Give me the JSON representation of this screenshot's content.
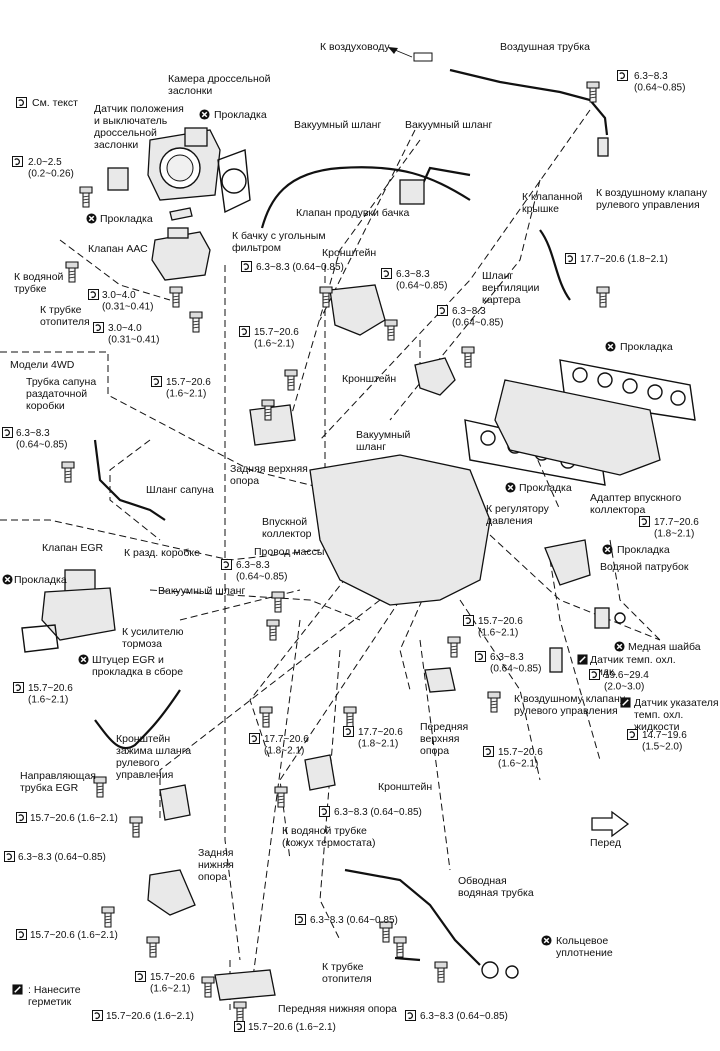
{
  "labels": {
    "k_vozdukhovodu": "К воздуховоду",
    "vozdushnaya_trubka": "Воздушная трубка",
    "kamera": "Камера дроссельной\nзаслонки",
    "datchik_polozheniya": "Датчик положения\nи выключатель\nдроссельной\nзаслонки",
    "sm_tekst": "См. текст",
    "prokladka_top": "Прокладка",
    "vakuumny_shlang_1": "Вакуумный шланг",
    "vakuumny_shlang_2": "Вакуумный шланг",
    "k_vozd_klapanu_top": "К воздушному клапану\nрулевого управления",
    "prokladka_left": "Прокладка",
    "klapan_produvki": "Клапан продувки бачка",
    "k_klapannoy_kryshke": "К клапанной\nкрышке",
    "klapan_aac": "Клапан ААС",
    "k_vodyanoy_trubke_1": "К водяной\nтрубке",
    "k_trubke_otopitelya_1": "К трубке\nотопителя",
    "k_bachku": "К бачку с угольным\nфильтром",
    "kronshteyn_1": "Кронштейн",
    "shlang_ventilyatsii": "Шланг\nвентиляции\nкартера",
    "modeli_4wd": "Модели 4WD",
    "trubka_sapuna": "Трубка сапуна\nраздаточной\nкоробки",
    "prokladka_right": "Прокладка",
    "kronshteyn_2": "Кронштейн",
    "vakuumny_shlang_3": "Вакуумный\nшланг",
    "zadnyaya_verkhnyaya": "Задняя верхняя\nопора",
    "shlang_sapuna": "Шланг сапуна",
    "k_razd_korobke": "К разд. коробке",
    "vpusknoy_kollektor": "Впускной\nколлектор",
    "prokladka_mid": "Прокладка",
    "k_regulyatoru": "К регулятору\nдавления",
    "adapter": "Адаптер впускного\nколлектора",
    "klapan_egr": "Клапан EGR",
    "provod_massy": "Провод массы",
    "prokladka_patrubok": "Прокладка",
    "vodyanoy_patrubok": "Водяной патрубок",
    "prokladka_egr": "Прокладка",
    "vakuumny_shlang_4": "Вакуумный шланг",
    "k_usilitelyu": "К усилителю\nтормоза",
    "shtutser_egr": "Штуцер EGR и\nпрокладка в сборе",
    "mednaya_shayba": "Медная шайба",
    "datchik_temp": "Датчик темп. охл.\nжидк.",
    "k_vozd_klapanu_mid": "К воздушному клапану\nрулевого управления",
    "datchik_ukazatelya": "Датчик указателя\nтемп. охл.\nжидкости",
    "napravlyayushchaya": "Направляющая\nтрубка EGR",
    "kronshteyn_zazhima": "Кронштейн\nзажима шланга\nрулевого\nуправления",
    "perednyaya_verkhnyaya": "Передняя\nверхняя\nопора",
    "kronshteyn_3": "Кронштейн",
    "k_vodyanoy_trubke_2": "К водяной трубке\n(кожух термостата)",
    "pered": "Перед",
    "zadnyaya_nizhnyaya": "Задняя\nнижняя\nопора",
    "obvodnaya": "Обводная\nводяная трубка",
    "koltsevoe": "Кольцевое\nуплотнение",
    "k_trubke_otopitelya_2": "К трубке\nотопителя",
    "nanesite": ": Нанесите\nгерметик",
    "perednyaya_nizhnyaya": "Передняя нижняя опора"
  },
  "torques": {
    "t_top_right": "6.3~8.3\n(0.64~0.85)",
    "t_throttle": "2.0~2.5\n(0.2~0.26)",
    "t_canister": "6.3~8.3 (0.64~0.85)",
    "t_bracket": "6.3~8.3\n(0.64~0.85)",
    "t_pcv": "17.7~20.6  (1.8~2.1)",
    "t_aac1": "3.0~4.0\n(0.31~0.41)",
    "t_aac2": "3.0~4.0\n(0.31~0.41)",
    "t_manifold_bolt": "6.3~8.3\n(0.64~0.85)",
    "t_rear_upper1": "15.7~20.6\n(1.6~2.1)",
    "t_rear_upper2": "15.7~20.6\n(1.6~2.1)",
    "t_4wd": "6.3~8.3\n(0.64~0.85)",
    "t_adapter": "17.7~20.6\n(1.8~2.1)",
    "t_ground": "6.3~8.3\n(0.64~0.85)",
    "t_front_upper1": "15.7~20.6\n(1.6~2.1)",
    "t_front_upper2": "6.3~8.3\n(0.64~0.85)",
    "t_sensor": "19.6~29.4\n(2.0~3.0)",
    "t_egr": "15.7~20.6\n(1.6~2.1)",
    "t_mid1": "17.7~20.6\n(1.8~2.1)",
    "t_mid2": "17.7~20.6\n(1.8~2.1)",
    "t_front_upper3": "15.7~20.6\n(1.6~2.1)",
    "t_gauge": "14.7~19.6\n(1.5~2.0)",
    "t_hose_bracket": "15.7~20.6  (1.6~2.1)",
    "t_bracket3": "6.3~8.3  (0.64~0.85)",
    "t_left_bottom": "6.3~8.3  (0.64~0.85)",
    "t_bypass": "6.3~8.3  (0.64~0.85)",
    "t_rear_lower1": "15.7~20.6  (1.6~2.1)",
    "t_rear_lower2": "15.7~20.6\n(1.6~2.1)",
    "t_bottom1": "15.7~20.6  (1.6~2.1)",
    "t_bottom2": "15.7~20.6  (1.6~2.1)",
    "t_bottom3": "6.3~8.3  (0.64~0.85)"
  },
  "icons": {
    "torque": "wrench-torque-icon",
    "gasket": "replace-part-icon",
    "sealant": "sealant-icon",
    "front_arrow": "front-arrow-icon"
  }
}
